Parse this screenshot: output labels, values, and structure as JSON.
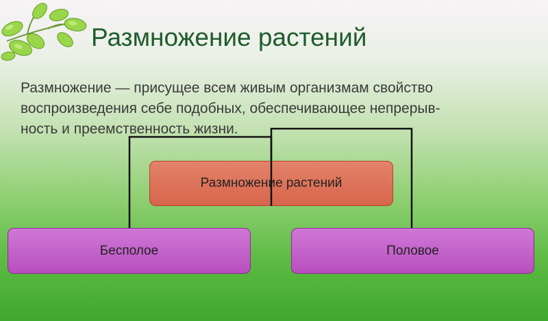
{
  "slide": {
    "title": "Размножение растений",
    "definition_lines": [
      "Размножение — присущее всем живым организмам свойство",
      "воспроизведения себе подобных, обеспечивающее непрерыв-",
      "ность и преемственность жизни."
    ]
  },
  "diagram": {
    "root": "Размножение растений",
    "children": [
      "Бесполое",
      "Половое"
    ],
    "colors": {
      "root_fill": "#d96a50",
      "child_fill": "#c25fc8",
      "connector": "#111111",
      "title": "#1e5c2c"
    }
  },
  "decoration": {
    "icon": "green-leaves-icon"
  }
}
